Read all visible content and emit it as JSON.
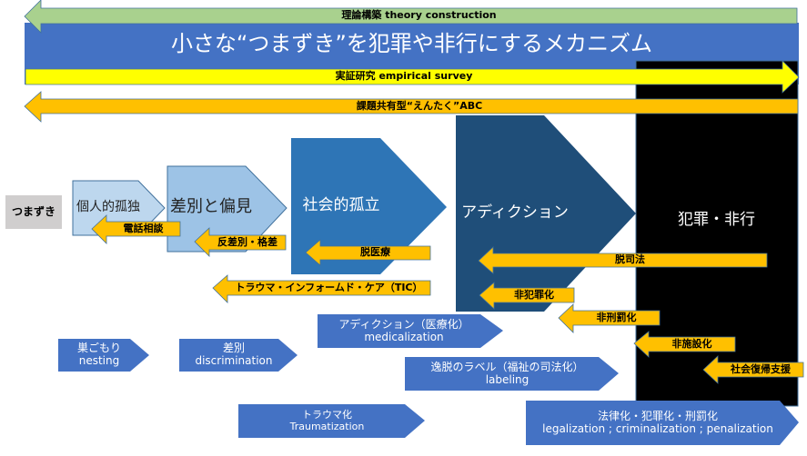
{
  "colors": {
    "green_arrow": "#a9d18e",
    "blue_banner": "#4472c4",
    "yellow_arrow": "#ffff00",
    "orange_arrow": "#ffc000",
    "black_box": "#000000",
    "stage1": "#bdd7ee",
    "stage2": "#9dc3e6",
    "stage3": "#2e75b6",
    "stage4": "#1f4e79",
    "process_blue": "#4472c4",
    "gray_box": "#d0cece",
    "outline": "#41719c"
  },
  "top": {
    "theory": "理論構築 theory construction",
    "title": "小さな“つまずき”を犯罪や非行にするメカニズム",
    "empirical": "実証研究 empirical survey",
    "abc": "課題共有型“えんたく”ABC"
  },
  "stages": {
    "start": "つまずき",
    "s1": "個人的孤独",
    "s2": "差別と偏見",
    "s3": "社会的孤立",
    "s4": "アディクション",
    "s5": "犯罪・非行"
  },
  "interventions": {
    "phone": "電話相談",
    "antidisc": "反差別・格差",
    "demed": "脱医療",
    "tic": "トラウマ・インフォームド・ケア（TIC）",
    "dejud": "脱司法",
    "decrim": "非犯罪化",
    "depen": "非刑罰化",
    "deinst": "非施設化",
    "reentry": "社会復帰支援"
  },
  "processes": {
    "nesting_jp": "巣ごもり",
    "nesting_en": "nesting",
    "disc_jp": "差別",
    "disc_en": "discrimination",
    "med_jp": "アディクション（医療化）",
    "med_en": "medicalization",
    "label_jp": "逸脱のラベル（福祉の司法化）",
    "label_en": "labeling",
    "trauma_jp": "トラウマ化",
    "trauma_en": "Traumatization",
    "legal_jp": "法律化・犯罪化・刑罰化",
    "legal_en": "legalization ; criminalization ; penalization"
  }
}
